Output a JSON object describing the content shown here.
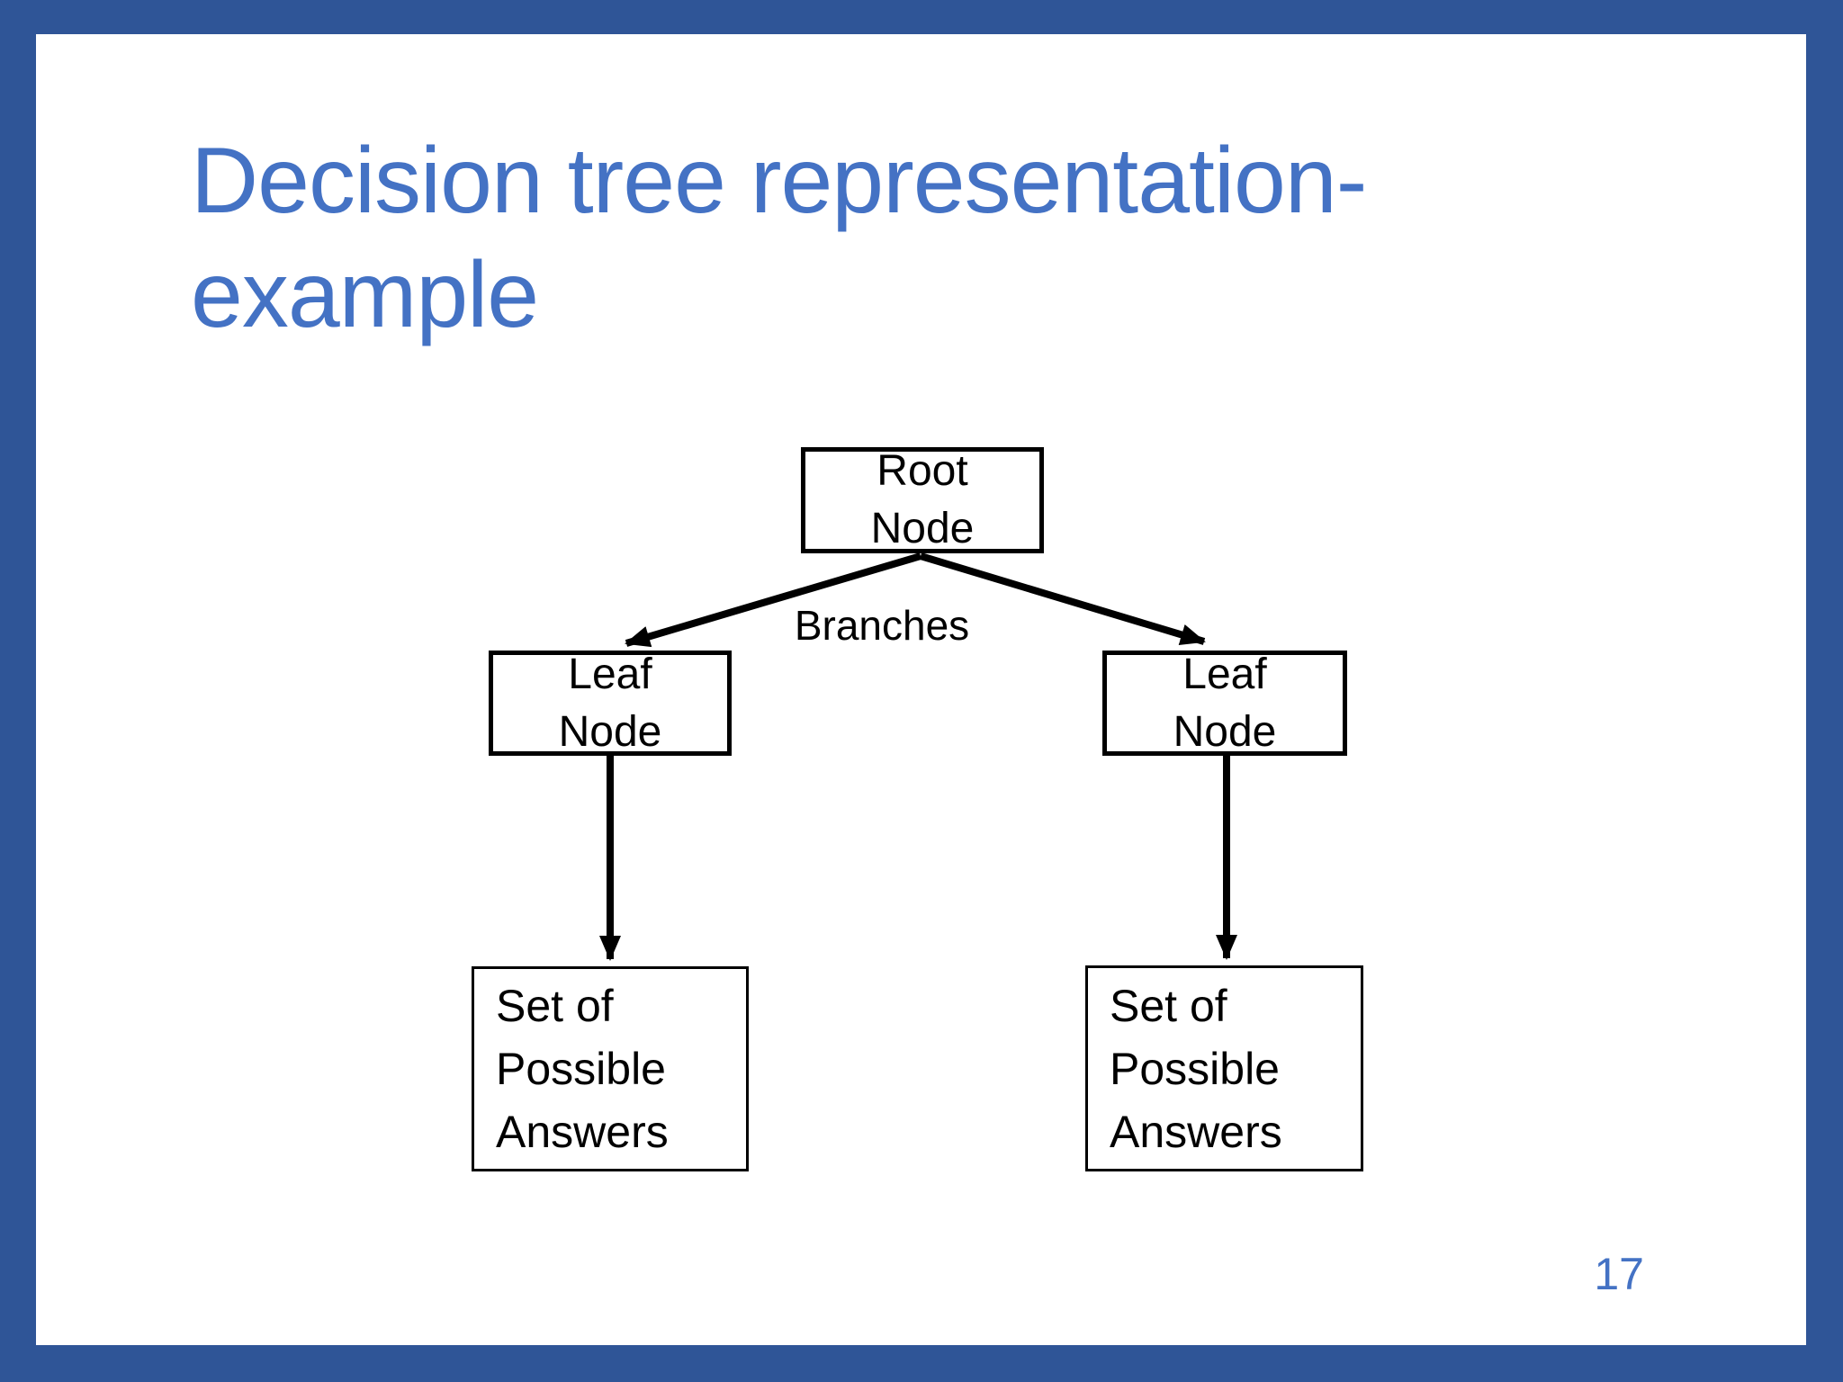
{
  "slide": {
    "title": "Decision tree representation-\nexample",
    "page_number": "17",
    "colors": {
      "frame_blue": "#2F5597",
      "title_blue": "#4472C4",
      "diagram_black": "#000000",
      "background": "#FFFFFF"
    }
  },
  "diagram": {
    "root": {
      "label": "Root\nNode"
    },
    "branches_label": "Branches",
    "leaves": [
      {
        "label": "Leaf\nNode"
      },
      {
        "label": "Leaf\nNode"
      }
    ],
    "answer_sets": [
      {
        "label": "Set of\nPossible\nAnswers"
      },
      {
        "label": "Set of\nPossible\nAnswers"
      }
    ]
  }
}
